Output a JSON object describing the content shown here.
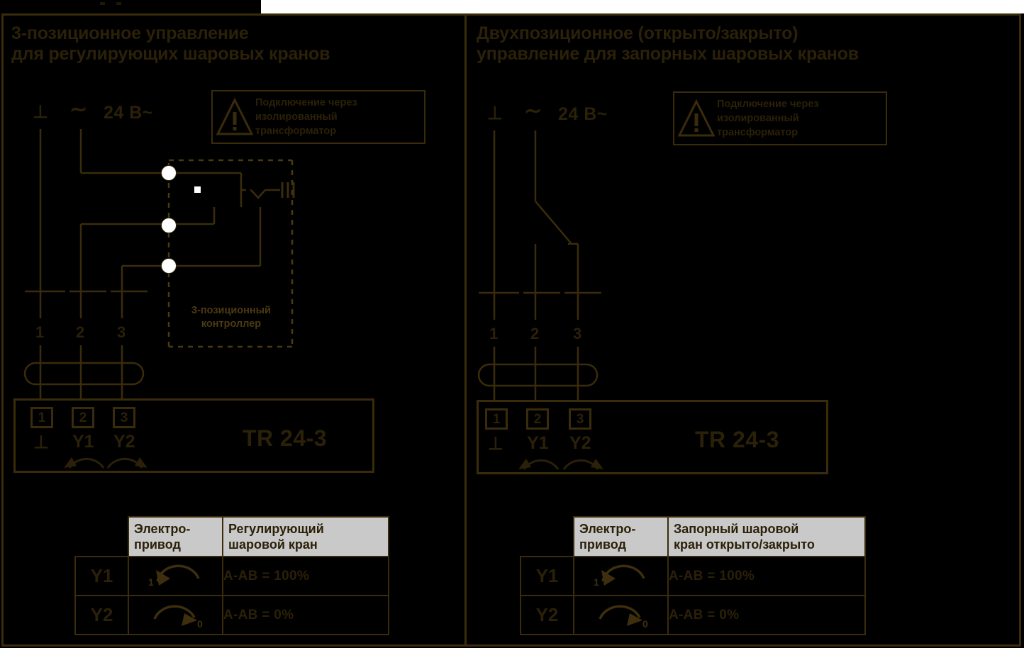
{
  "topbar": {
    "marks": [
      "",
      ""
    ]
  },
  "panels": [
    {
      "id": "three-point",
      "heading": "3-позиционное управление\nдля регулирующих шаровых кранов",
      "warning": {
        "icon": "warning-triangle-icon",
        "text": "Подключение через\nизолированный\nтрансформатор"
      },
      "supply": {
        "ground_symbol": "⊥",
        "ac_symbol": "∼",
        "voltage": "24 B~"
      },
      "controller_label": "3-позиционный\nконтроллер",
      "terminal_numbers": [
        "1",
        "2",
        "3"
      ],
      "device": {
        "name": "TR 24-3",
        "terminals": [
          "1",
          "2",
          "3"
        ],
        "signals": [
          "⊥",
          "Y1",
          "Y2"
        ]
      },
      "table": {
        "headers": [
          "",
          "Электро-\nпривод",
          "Регулирующий\nшаровой кран"
        ],
        "rows": [
          {
            "y": "Y1",
            "symbol": "rotate-ccw-to-1-icon",
            "value": "A-AB = 100%"
          },
          {
            "y": "Y2",
            "symbol": "rotate-cw-to-0-icon",
            "value": "A-AB = 0%"
          }
        ]
      }
    },
    {
      "id": "on-off",
      "heading": "Двухпозиционное (открыто/закрыто)\nуправление для запорных шаровых кранов",
      "warning": {
        "icon": "warning-triangle-icon",
        "text": "Подключение через\nизолированный\nтрансформатор"
      },
      "supply": {
        "ground_symbol": "⊥",
        "ac_symbol": "∼",
        "voltage": "24 B~"
      },
      "controller_label": "",
      "terminal_numbers": [
        "1",
        "2",
        "3"
      ],
      "device": {
        "name": "TR 24-3",
        "terminals": [
          "1",
          "2",
          "3"
        ],
        "signals": [
          "⊥",
          "Y1",
          "Y2"
        ]
      },
      "table": {
        "headers": [
          "",
          "Электро-\nпривод",
          "Запорный шаровой\nкран открыто/закрыто"
        ],
        "rows": [
          {
            "y": "Y1",
            "symbol": "rotate-ccw-to-1-icon",
            "value": "A-AB = 100%"
          },
          {
            "y": "Y2",
            "symbol": "rotate-cw-to-0-icon",
            "value": "A-AB = 0%"
          }
        ]
      }
    }
  ],
  "colors": {
    "ink": "#2b2008",
    "line": "#3a2c0a",
    "line_dim": "#4b3a10",
    "header_bg": "#c9c9c9",
    "background": "#000000",
    "node_fill": "#ffffff"
  }
}
